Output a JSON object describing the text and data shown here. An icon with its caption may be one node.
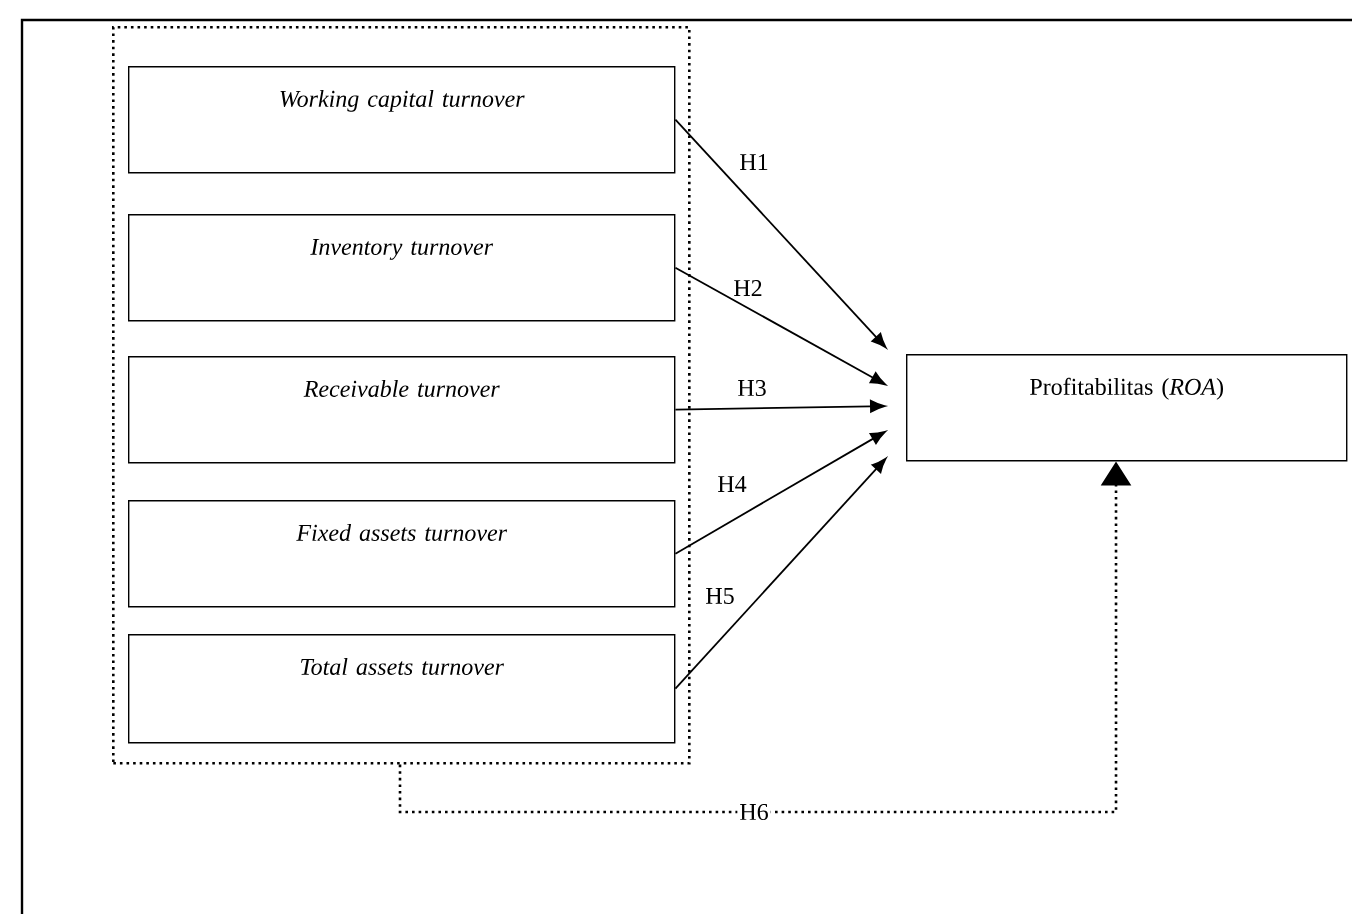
{
  "diagram": {
    "nodes": [
      {
        "text": [],
        "shape": "box"
      },
      {
        "text": [
          "Working capital turnover"
        ],
        "in": 0
      },
      {
        "text": [
          "Inventory turnover"
        ],
        "in": 0
      },
      {
        "text": [
          "Receivable turnover"
        ],
        "in": 0
      },
      {
        "text": [
          "Fixed assets turnover"
        ],
        "in": 0
      },
      {
        "text": [
          "Total assets turnover"
        ],
        "in": 0
      },
      {
        "text": [
          "Profitabilitas (*ROA*)"
        ]
      }
    ],
    "edges": [
      {
        "from": 1,
        "to": 6,
        "arrow": "to",
        "label": "H1"
      },
      {
        "from": 2,
        "to": 6,
        "arrow": "to",
        "label": "H2"
      },
      {
        "from": 3,
        "to": 6,
        "arrow": "to",
        "label": "H3"
      },
      {
        "from": 4,
        "to": 6,
        "arrow": "to",
        "label": "H4"
      },
      {
        "from": 5,
        "to": 6,
        "arrow": "to",
        "label": "H5"
      },
      {
        "from": 0,
        "to": 6,
        "arrow": "to",
        "label": "H6",
        "style": "dashed"
      }
    ]
  }
}
